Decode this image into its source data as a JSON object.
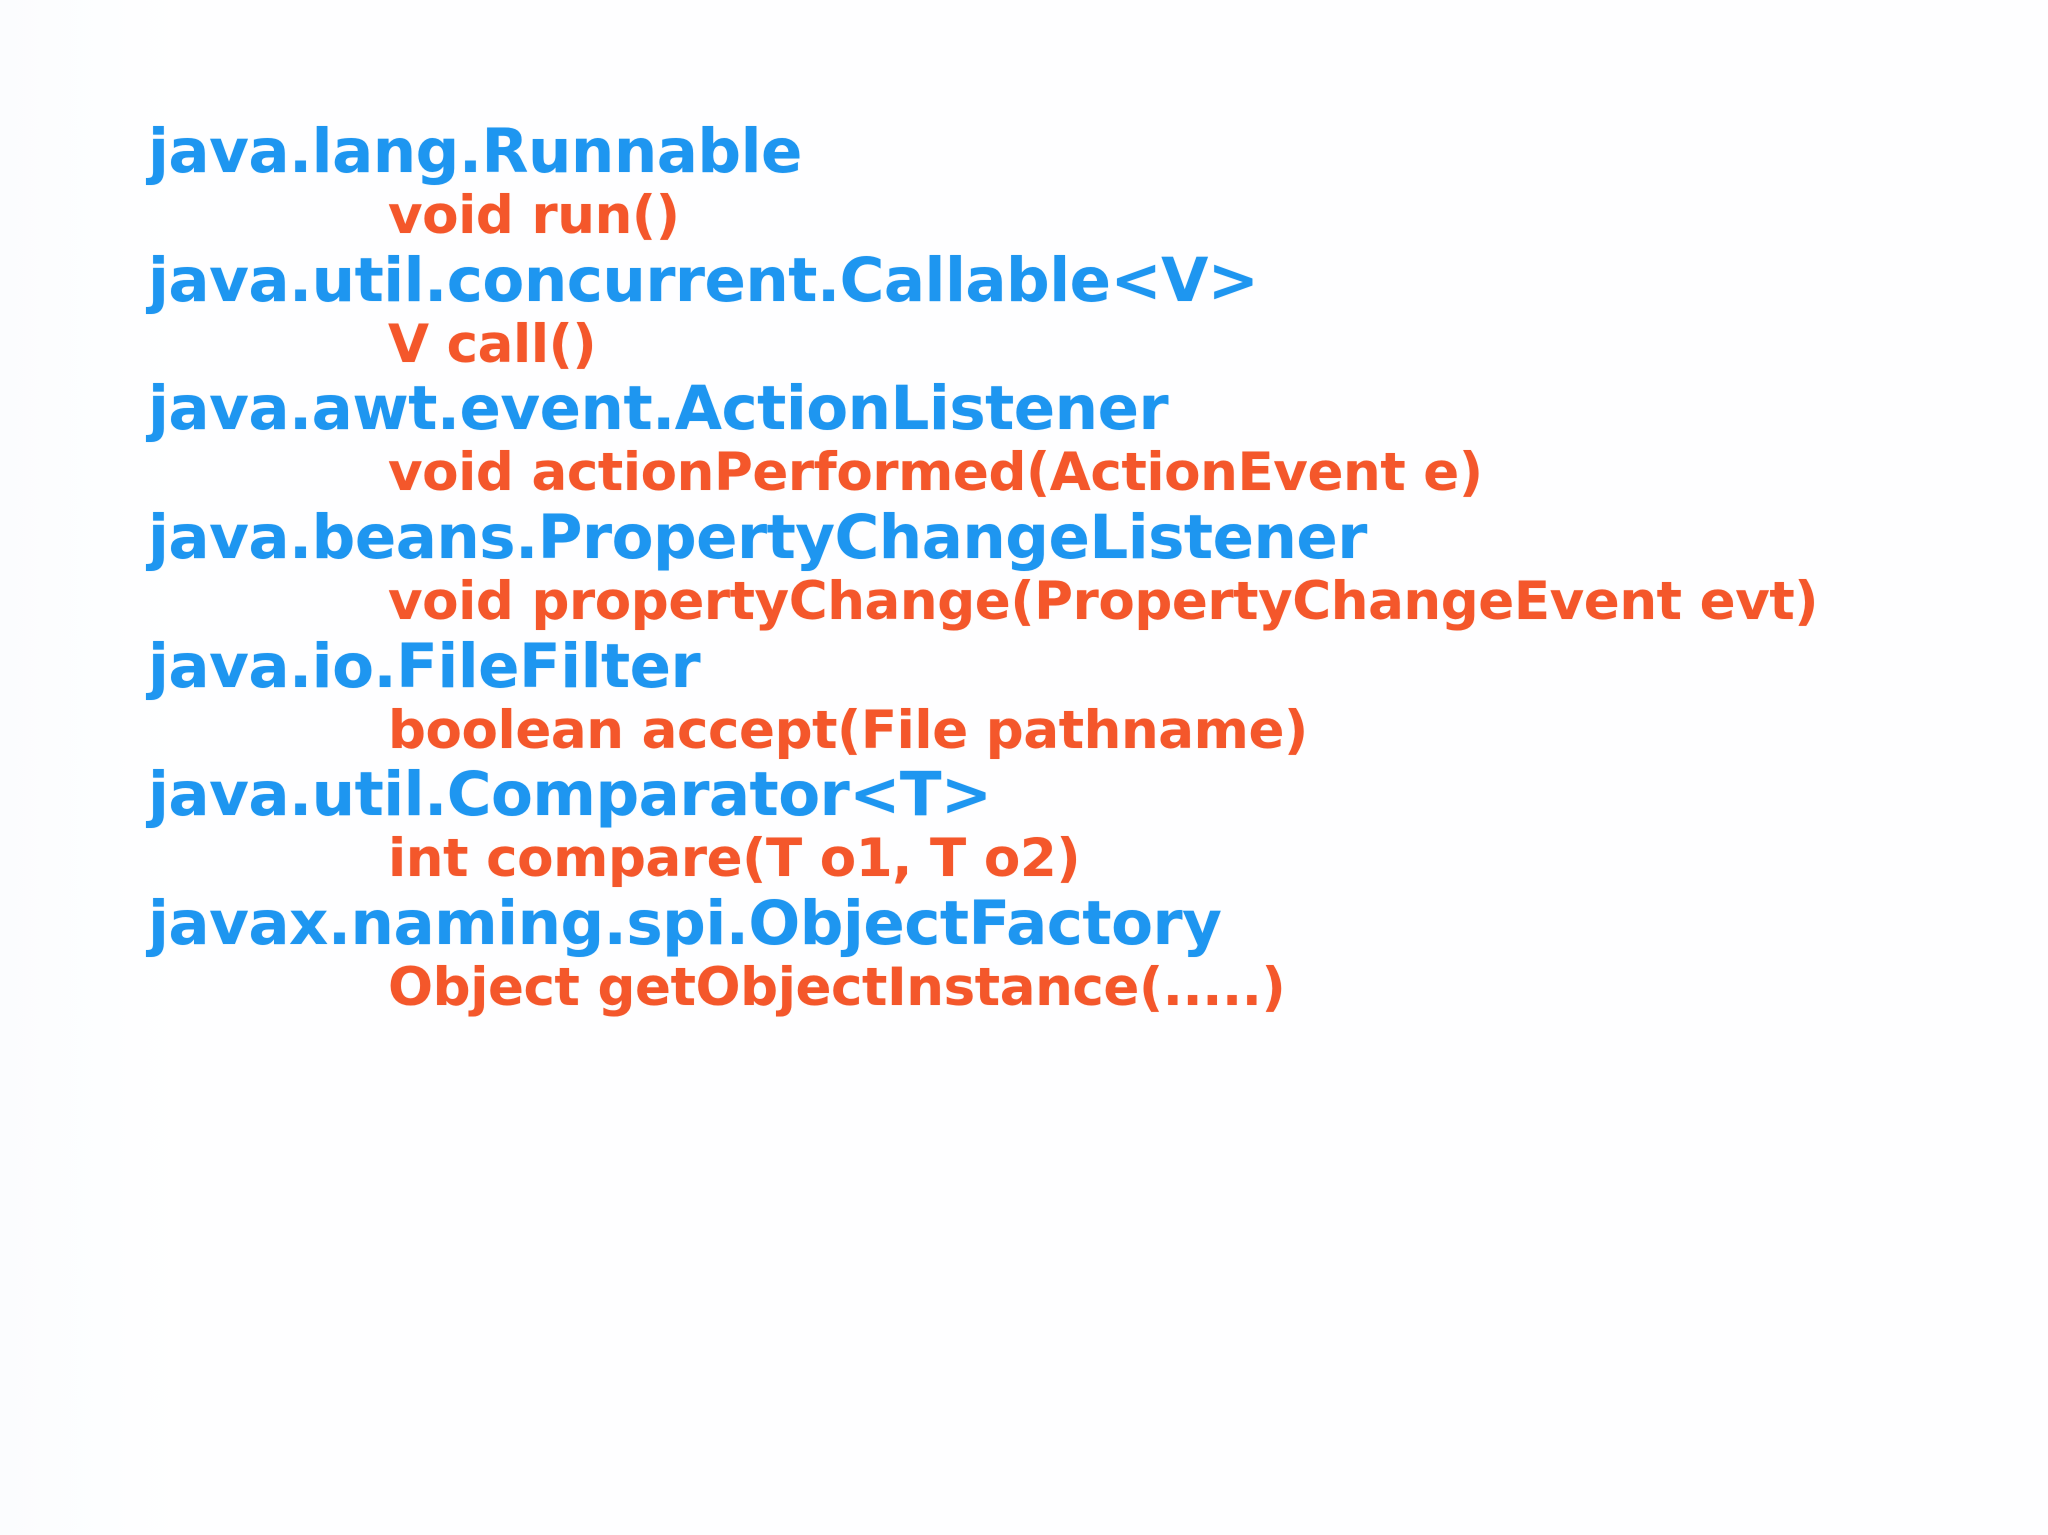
{
  "slide": {
    "background_color": "#fefeff",
    "interface_color": "#1e96f0",
    "method_color": "#f4572b",
    "entries": [
      {
        "interface": "java.lang.Runnable",
        "method": "void run()"
      },
      {
        "interface": "java.util.concurrent.Callable<V>",
        "method": "V call()"
      },
      {
        "interface": "java.awt.event.ActionListener",
        "method": "void actionPerformed(ActionEvent e)"
      },
      {
        "interface": "java.beans.PropertyChangeListener",
        "method": "void propertyChange(PropertyChangeEvent evt)"
      },
      {
        "interface": "java.io.FileFilter",
        "method": "boolean accept(File pathname)"
      },
      {
        "interface": "java.util.Comparator<T>",
        "method": "int compare(T o1, T o2)"
      },
      {
        "interface": "javax.naming.spi.ObjectFactory",
        "method": "Object getObjectInstance(.....)"
      }
    ]
  }
}
